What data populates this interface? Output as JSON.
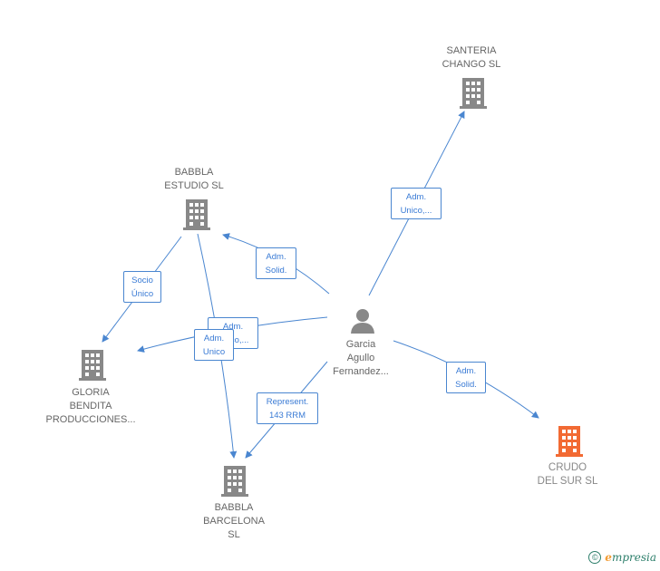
{
  "nodes": {
    "santeria": {
      "label": "SANTERIA\nCHANGO SL"
    },
    "babbla_estudio": {
      "label": "BABBLA\nESTUDIO SL"
    },
    "gloria": {
      "label": "GLORIA\nBENDITA\nPRODUCCIONES..."
    },
    "babbla_barcelona": {
      "label": "BABBLA\nBARCELONA\nSL"
    },
    "crudo": {
      "label": "CRUDO\nDEL SUR SL"
    },
    "person": {
      "label": "Garcia\nAgullo\nFernandez..."
    }
  },
  "edge_labels": {
    "santeria": "Adm.\nUnico,...",
    "estudio": "Adm.\nSolid.",
    "socio": "Socio\nÚnico",
    "gloria_back": "Adm.\nUnico,...",
    "gloria_front": "Adm.\nUnico",
    "barcelona": "Represent.\n143 RRM",
    "crudo": "Adm.\nSolid."
  },
  "colors": {
    "building": "#888888",
    "building_highlight": "#f26a33",
    "person": "#888888",
    "edge": "#4a86d0"
  },
  "footer": {
    "copyright": "©",
    "brand_first": "e",
    "brand_rest": "mpresia"
  }
}
